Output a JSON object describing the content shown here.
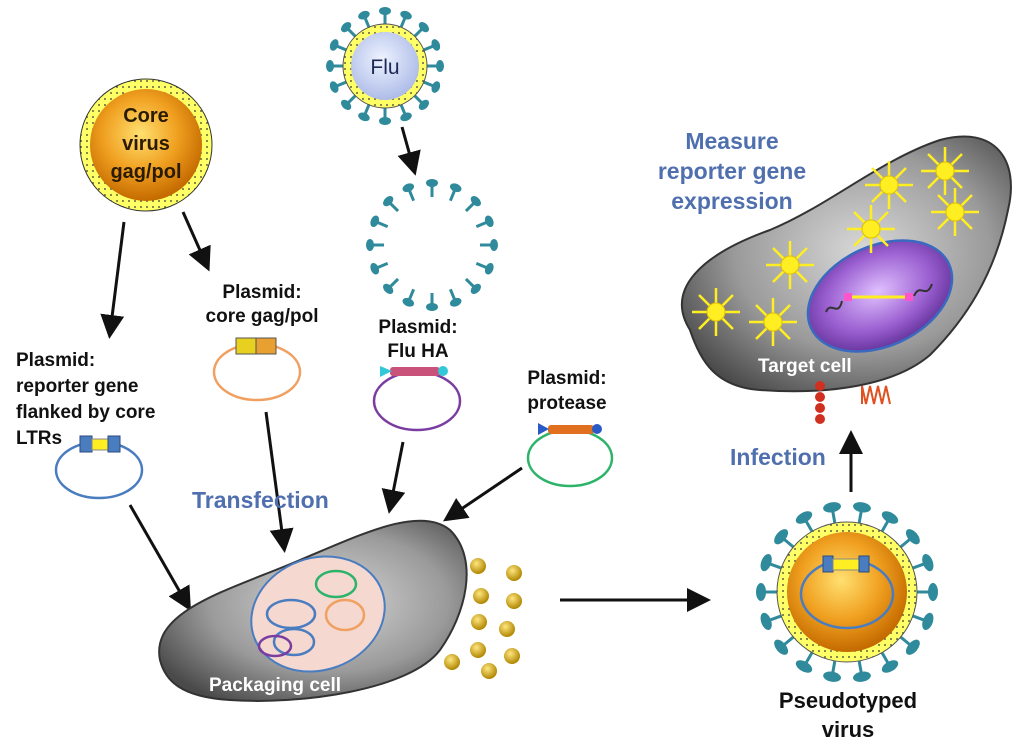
{
  "labels": {
    "core_virus": [
      "Core",
      "virus",
      "gag/pol"
    ],
    "flu": "Flu",
    "plasmid_reporter": [
      "Plasmid:",
      "reporter gene",
      "flanked by core",
      "LTRs"
    ],
    "plasmid_gagpol": [
      "Plasmid:",
      "core gag/pol"
    ],
    "plasmid_ha": [
      "Plasmid:",
      "Flu HA"
    ],
    "plasmid_protease": [
      "Plasmid:",
      "protease"
    ],
    "transfection": "Transfection",
    "packaging_cell": "Packaging cell",
    "measure": [
      "Measure",
      "reporter gene",
      "expression"
    ],
    "target_cell": "Target cell",
    "infection": "Infection",
    "pseudotyped": [
      "Pseudotyped",
      "virus"
    ]
  },
  "colors": {
    "blue_label": "#4f6fae",
    "spike": "#2f8a9b",
    "core_orange": "#e08a10",
    "plasmid_orange": "#f0a060",
    "plasmid_purple": "#7a3ca0",
    "plasmid_green": "#2db36a",
    "plasmid_blue": "#4a7cc0",
    "cell_gray": "#7a7a7a",
    "nucleus_purple": "#8a4fc0",
    "star_yellow": "#ffee22",
    "particle_gold": "#c9a010"
  }
}
